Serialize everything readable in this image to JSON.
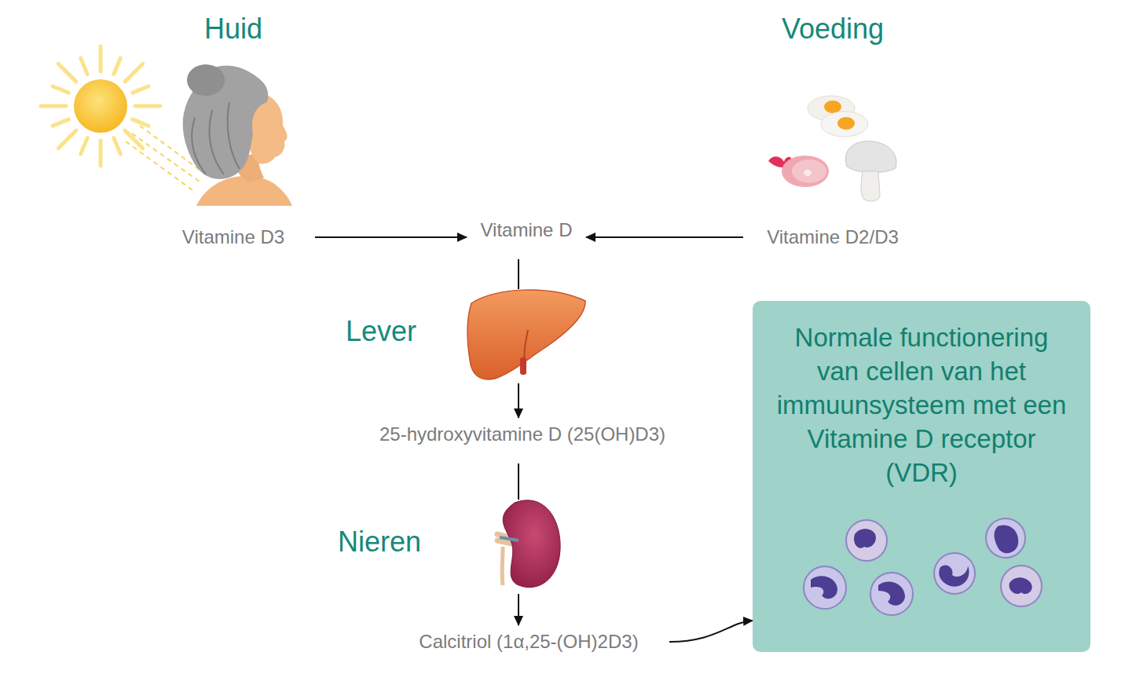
{
  "diagram": {
    "nodes": [
      {
        "text": [
          "Huid",
          "Vitamine D3"
        ]
      },
      {
        "text": [
          "Voeding",
          "Vitamine D2/D3"
        ]
      },
      {
        "text": [
          "Vitamine D"
        ]
      },
      {
        "text": [
          "Lever"
        ]
      },
      {
        "text": [
          "25-hydroxyvitamine D (25(OH)D3)"
        ]
      },
      {
        "text": [
          "Nieren"
        ]
      },
      {
        "text": [
          "Calcitriol (1α,25-(OH)2D3)"
        ]
      },
      {
        "text": [
          "Normale functionering van cellen van het immuunsysteem met een Vitamine D receptor (VDR)"
        ]
      }
    ],
    "edges": [
      {
        "from": 0,
        "to": 2,
        "arrow": "to"
      },
      {
        "from": 1,
        "to": 2,
        "arrow": "to"
      },
      {
        "from": 2,
        "to": 3,
        "arrow": "none"
      },
      {
        "from": 3,
        "to": 4,
        "arrow": "to"
      },
      {
        "from": 4,
        "to": 5,
        "arrow": "none"
      },
      {
        "from": 5,
        "to": 6,
        "arrow": "to"
      },
      {
        "from": 6,
        "to": 7,
        "arrow": "to"
      }
    ]
  }
}
